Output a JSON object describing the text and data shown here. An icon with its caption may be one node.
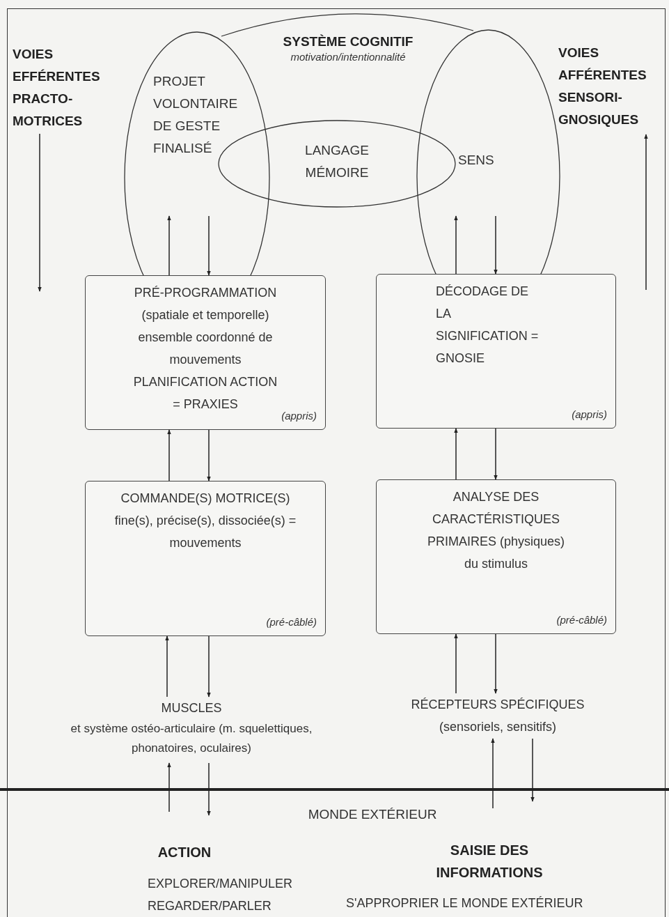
{
  "diagram": {
    "nodes": [
      {
        "text": [
          "SYSTÈME COGNITIF",
          "motivation/intentionnalité"
        ]
      },
      {
        "text": [
          "PROJET VOLONTAIRE DE GESTE FINALISÉ"
        ]
      },
      {
        "text": [
          "LANGAGE MÉMOIRE"
        ]
      },
      {
        "text": [
          "SENS"
        ]
      },
      {
        "text": [
          "PRÉ-PROGRAMMATION (spatiale et temporelle) ensemble coordonné de mouvements PLANIFICATION ACTION = PRAXIES",
          "(appris)"
        ]
      },
      {
        "text": [
          "DÉCODAGE DE LA SIGNIFICATION = GNOSIE",
          "(appris)"
        ]
      },
      {
        "text": [
          "COMMANDE(S) MOTRICE(S) fine(s), précise(s), dissociée(s) = mouvements",
          "(pré-câblé)"
        ]
      },
      {
        "text": [
          "ANALYSE DES CARACTÉRISTIQUES PRIMAIRES (physiques) du stimulus",
          "(pré-câblé)"
        ]
      },
      {
        "text": [
          "MUSCLES",
          "et système ostéo-articulaire (m. squelettiques, phonatoires, oculaires)"
        ]
      },
      {
        "text": [
          "RÉCEPTEURS SPÉCIFIQUES (sensoriels, sensitifs)"
        ]
      }
    ],
    "edges": [
      {
        "from": 4,
        "to": 1,
        "arrow": "to"
      },
      {
        "from": 1,
        "to": 4,
        "arrow": "to"
      },
      {
        "from": 5,
        "to": 3,
        "arrow": "to"
      },
      {
        "from": 3,
        "to": 5,
        "arrow": "to"
      },
      {
        "from": 6,
        "to": 4,
        "arrow": "to"
      },
      {
        "from": 4,
        "to": 6,
        "arrow": "to"
      },
      {
        "from": 7,
        "to": 5,
        "arrow": "to"
      },
      {
        "from": 5,
        "to": 7,
        "arrow": "to"
      },
      {
        "from": 8,
        "to": 6,
        "arrow": "to"
      },
      {
        "from": 6,
        "to": 8,
        "arrow": "to"
      },
      {
        "from": 9,
        "to": 7,
        "arrow": "to"
      },
      {
        "from": 7,
        "to": 9,
        "arrow": "to"
      },
      {
        "from": null,
        "to": 8,
        "arrow": "to"
      },
      {
        "from": 8,
        "to": null,
        "arrow": "to"
      },
      {
        "from": null,
        "to": 9,
        "arrow": "to"
      },
      {
        "from": 9,
        "to": null,
        "arrow": "to"
      }
    ],
    "labels": [
      "VOIES EFFÉRENTES PRACTO-MOTRICES",
      "VOIES AFFÉRENTES SENSORI-GNOSIQUES",
      "MONDE EXTÉRIEUR",
      "ACTION",
      "EXPLORER/MANIPULER REGARDER/PARLER",
      "SAISIE DES INFORMATIONS",
      "S'APPROPRIER LE MONDE EXTÉRIEUR"
    ]
  }
}
